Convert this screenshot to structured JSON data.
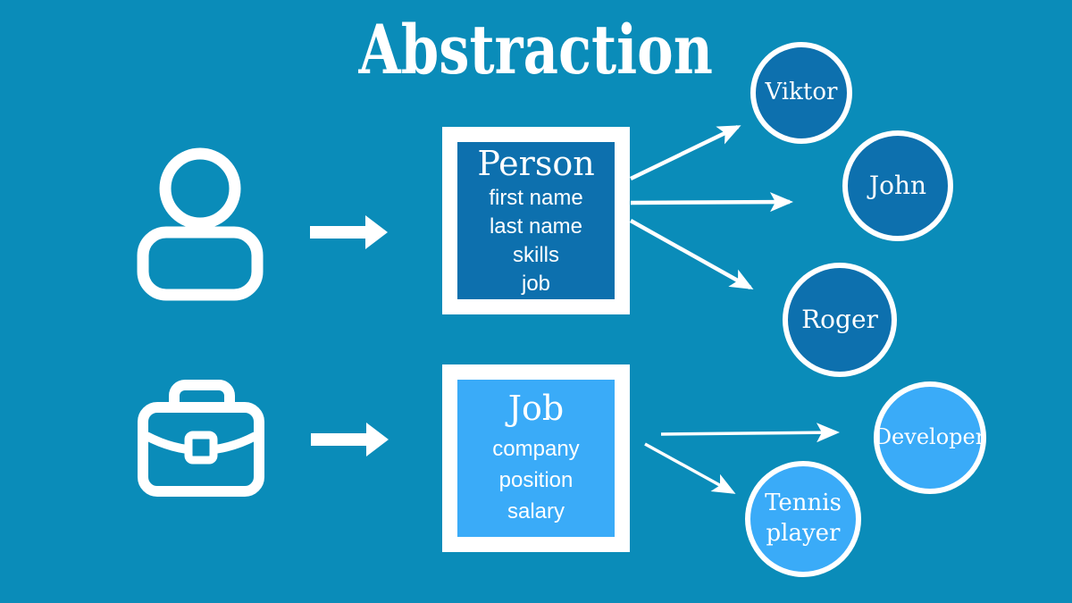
{
  "title": "Abstraction",
  "colors": {
    "background": "#0A8CB9",
    "dark_blue": "#0D70AE",
    "light_blue": "#3AABF8",
    "white": "#FFFFFF"
  },
  "abstractions": [
    {
      "name": "Person",
      "icon": "person-icon",
      "attributes": [
        "first name",
        "last name",
        "skills",
        "job"
      ],
      "instances": [
        "Viktor",
        "John",
        "Roger"
      ]
    },
    {
      "name": "Job",
      "icon": "briefcase-icon",
      "attributes": [
        "company",
        "position",
        "salary"
      ],
      "instances": [
        "Developer",
        "Tennis player"
      ]
    }
  ]
}
